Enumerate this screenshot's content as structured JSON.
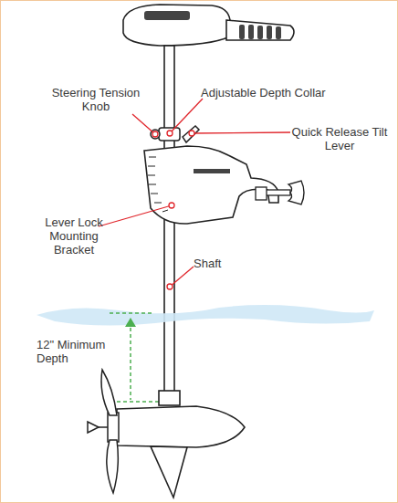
{
  "diagram": {
    "labels": [
      "Steering Tension Knob",
      "Adjustable Depth Collar",
      "Quick Release Tilt Lever",
      "Lever Lock Mounting Bracket",
      "Shaft",
      "12\" Minimum Depth"
    ]
  }
}
